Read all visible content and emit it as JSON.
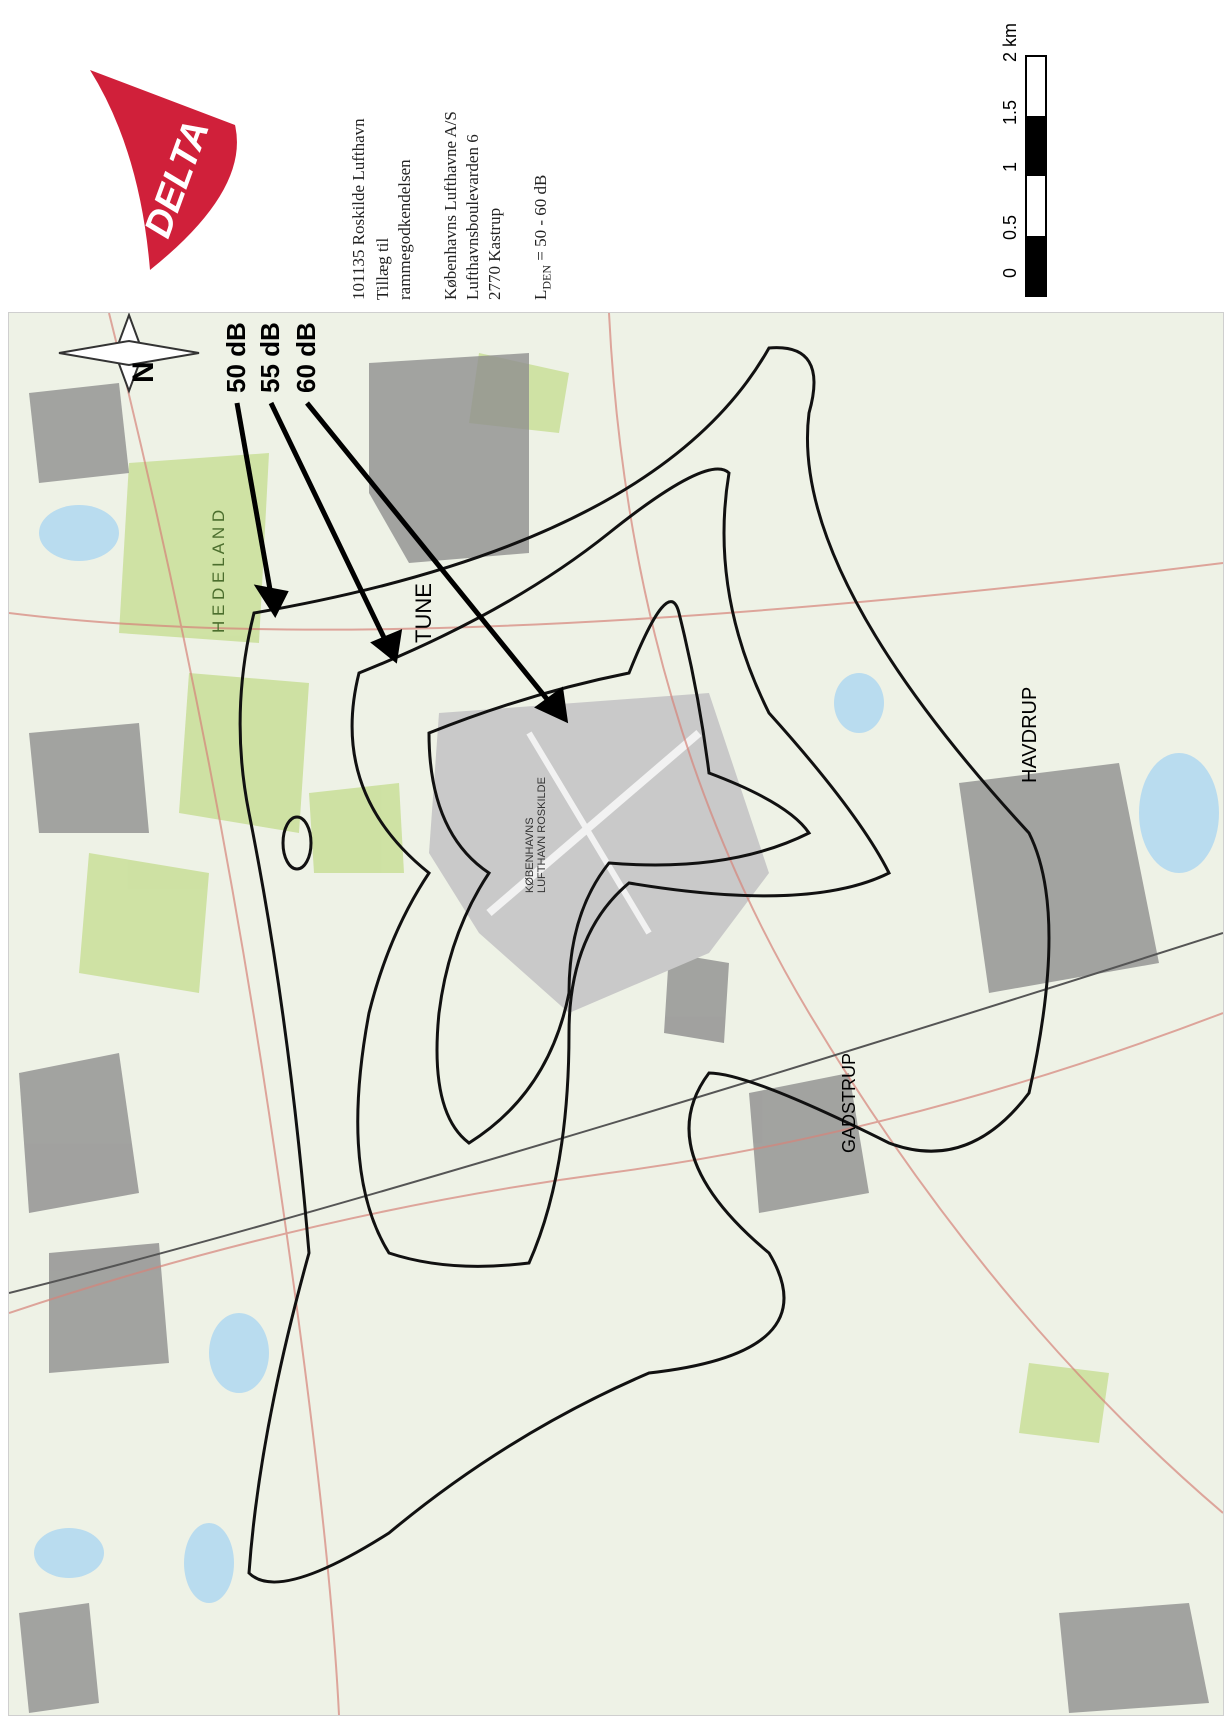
{
  "header": {
    "logo_text": "DELTA",
    "project_line": "101135 Roskilde Lufthavn",
    "subtitle_line1": "Tillæg til",
    "subtitle_line2": "rammegodkendelsen",
    "client_line1": "Københavns Lufthavne A/S",
    "client_line2": "Lufthavnsboulevarden 6",
    "client_line3": "2770 Kastrup",
    "metric_prefix": "L",
    "metric_sub": "DEN",
    "metric_range": " = 50 - 60 dB"
  },
  "scale_bar": {
    "ticks": [
      "0",
      "0.5",
      "1",
      "1.5",
      "2 km"
    ]
  },
  "north_arrow": {
    "label": "N"
  },
  "contours": [
    {
      "label": "50 dB"
    },
    {
      "label": "55 dB"
    },
    {
      "label": "60 dB"
    }
  ],
  "places": {
    "hedeland": "H E D E L A N D",
    "tune": "TUNE",
    "havdrup": "HAVDRUP",
    "gadstrup": "GADSTRUP",
    "airport": "KØBENHAVNS LUFTHAVN ROSKILDE"
  },
  "colors": {
    "logo_red": "#d0203a",
    "contour": "#111111",
    "urban": "#8e8e8e",
    "airport": "#c9c9c9",
    "forest": "#c9df98",
    "water": "#b9dcef"
  }
}
